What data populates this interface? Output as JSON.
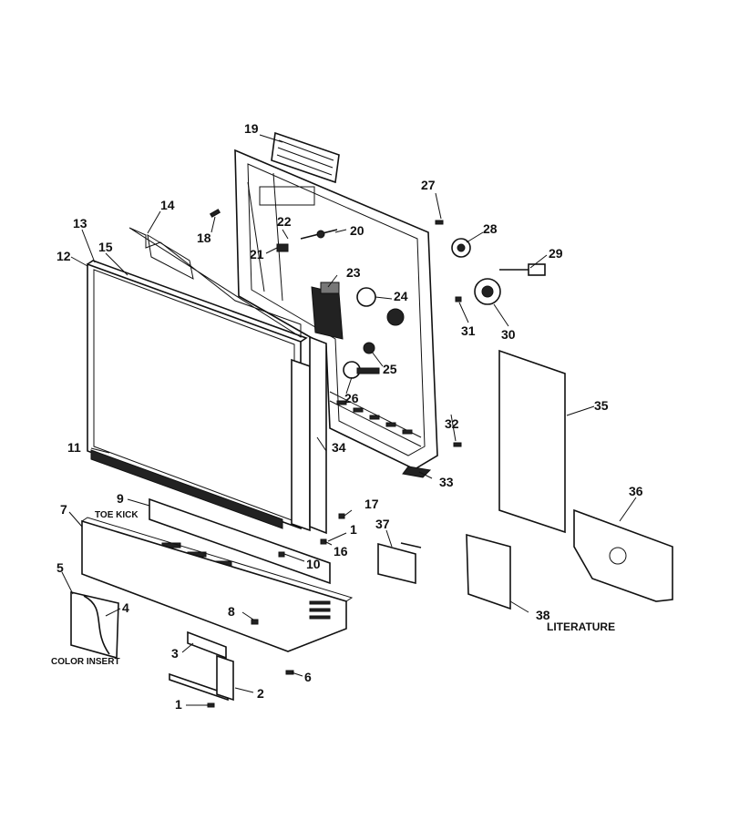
{
  "callouts": {
    "c1a": "1",
    "c1b": "1",
    "c2": "2",
    "c3": "3",
    "c4": "4",
    "c5": "5",
    "c6": "6",
    "c7": "7",
    "c8": "8",
    "c9": "9",
    "c10": "10",
    "c11": "11",
    "c12": "12",
    "c13": "13",
    "c14": "14",
    "c15": "15",
    "c16": "16",
    "c17": "17",
    "c18": "18",
    "c19": "19",
    "c20": "20",
    "c21": "21",
    "c22": "22",
    "c23": "23",
    "c24": "24",
    "c25": "25",
    "c26": "26",
    "c27": "27",
    "c28": "28",
    "c29": "29",
    "c30": "30",
    "c31": "31",
    "c32": "32",
    "c33": "33",
    "c34": "34",
    "c35": "35",
    "c36": "36",
    "c37": "37",
    "c38": "38"
  },
  "captions": {
    "toe_kick": "TOE KICK",
    "color_insert": "COLOR INSERT",
    "literature": "LITERATURE"
  }
}
